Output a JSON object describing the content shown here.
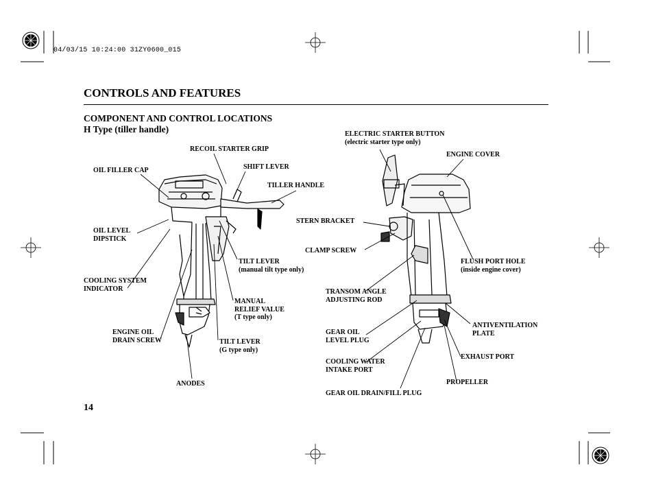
{
  "header": {
    "timestamp": "04/03/15 10:24:00 31ZY0600_015"
  },
  "section_title": "CONTROLS AND FEATURES",
  "subheading": "COMPONENT AND CONTROL LOCATIONS",
  "model_title": "H Type (tiller handle)",
  "labels": {
    "recoil_starter_grip": "RECOIL STARTER GRIP",
    "oil_filler_cap": "OIL FILLER CAP",
    "shift_lever": "SHIFT LEVER",
    "tiller_handle": "TILLER HANDLE",
    "oil_level_dipstick_1": "OIL LEVEL",
    "oil_level_dipstick_2": "DIPSTICK",
    "cooling_system_indicator_1": "COOLING SYSTEM",
    "cooling_system_indicator_2": "INDICATOR",
    "tilt_lever_manual_1": "TILT LEVER",
    "tilt_lever_manual_2": "(manual tilt type only)",
    "manual_relief_value_1": "MANUAL",
    "manual_relief_value_2": "RELIEF VALUE",
    "manual_relief_value_3": "(T type only)",
    "engine_oil_drain_screw_1": "ENGINE OIL",
    "engine_oil_drain_screw_2": "DRAIN SCREW",
    "tilt_lever_g_1": "TILT LEVER",
    "tilt_lever_g_2": "(G type only)",
    "anodes": "ANODES",
    "electric_starter_button_1": "ELECTRIC STARTER BUTTON",
    "electric_starter_button_2": "(electric starter type only)",
    "engine_cover": "ENGINE COVER",
    "stern_bracket": "STERN BRACKET",
    "clamp_screw": "CLAMP SCREW",
    "flush_port_hole_1": "FLUSH PORT HOLE",
    "flush_port_hole_2": "(inside engine cover)",
    "transom_angle_1": "TRANSOM ANGLE",
    "transom_angle_2": "ADJUSTING ROD",
    "antiventilation_1": "ANTIVENTILATION",
    "antiventilation_2": "PLATE",
    "gear_oil_level_1": "GEAR OIL",
    "gear_oil_level_2": "LEVEL PLUG",
    "exhaust_port": "EXHAUST PORT",
    "cooling_water_1": "COOLING WATER",
    "cooling_water_2": "INTAKE PORT",
    "propeller": "PROPELLER",
    "gear_oil_drain": "GEAR OIL DRAIN/FILL PLUG"
  },
  "page_number": "14"
}
